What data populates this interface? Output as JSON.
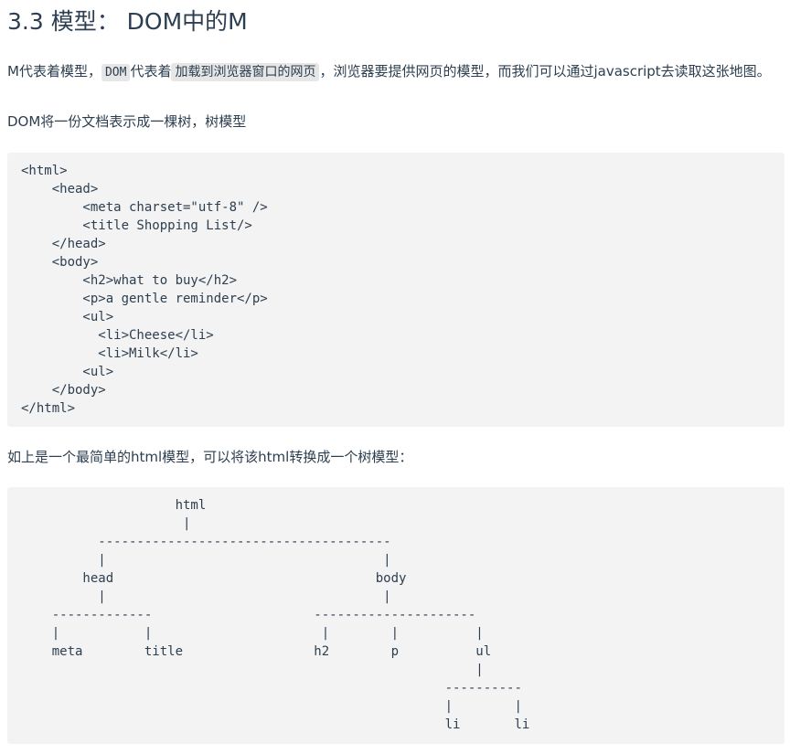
{
  "section_title": "3.3 模型： DOM中的M",
  "intro": {
    "part1": "M代表着模型，",
    "code1": "DOM",
    "part2": "代表着",
    "code2": "加载到浏览器窗口的网页",
    "part3": "，浏览器要提供网页的模型，而我们可以通过javascript去读取这张地图。"
  },
  "intro2": "DOM将一份文档表示成一棵树，树模型",
  "html_code": "<html>\n    <head>\n        <meta charset=\"utf-8\" />\n        <title Shopping List/>\n    </head>\n    <body>\n        <h2>what to buy</h2>\n        <p>a gentle reminder</p>\n        <ul>\n          <li>Cheese</li>\n          <li>Milk</li>\n        <ul>\n    </body>\n</html>",
  "tree_intro": "如上是一个最简单的html模型，可以将该html转换成一个树模型：",
  "tree_code": "                    html\n                     |\n          --------------------------------------\n          |                                    |\n        head                                  body\n          |                                    |\n    -------------                     ---------------------\n    |           |                      |        |          |\n    meta        title                 h2        p          ul\n                                                           |\n                                                       ----------\n                                                       |        |\n                                                       li       li"
}
